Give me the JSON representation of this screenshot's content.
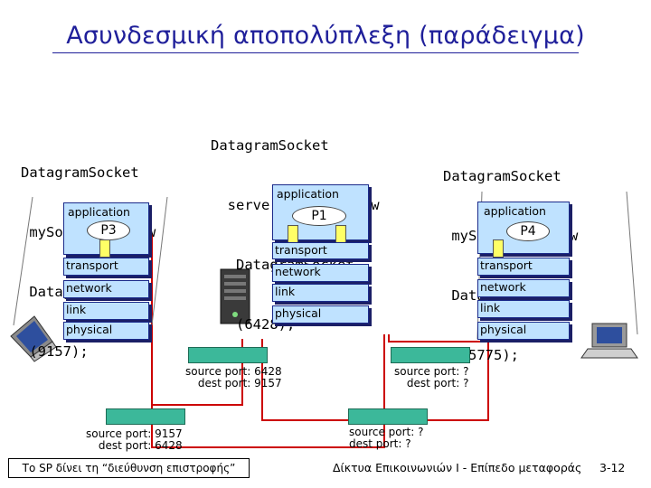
{
  "title": "Ασυνδεσμική αποπολύπλεξη (παράδειγμα)",
  "left_host": {
    "code": [
      "DatagramSocket",
      " mySocket2 = new",
      " DatagramSocket"
    ],
    "code_port": " (9157);",
    "process": "P3",
    "app_label": "application",
    "layers": [
      "transport",
      "network",
      "link",
      "physical"
    ]
  },
  "server": {
    "code": [
      "DatagramSocket",
      "  serverSocket = new",
      "   DatagramSocket"
    ],
    "code_port": "   (6428);",
    "process": "P1",
    "app_label": "application",
    "layers": [
      "transport",
      "network",
      "link",
      "physical"
    ]
  },
  "right_host": {
    "code": [
      "DatagramSocket",
      " mySocket1 = new",
      " DatagramSocket"
    ],
    "code_port": "  (5775);",
    "process": "P4",
    "app_label": "application",
    "layers": [
      "transport",
      "network",
      "link",
      "physical"
    ]
  },
  "segments": {
    "seg1": {
      "src": "source port: 6428",
      "dst": "dest port: 9157"
    },
    "seg2": {
      "src": "source port: ?",
      "dst": "dest port: ?"
    },
    "seg3": {
      "src": "source port: 9157",
      "dst": "dest port: 6428"
    },
    "seg4": {
      "src": "source port: ?",
      "dst": "dest port: ?"
    }
  },
  "footer": {
    "note": "Το SP δίνει τη “διεύθυνση επιστροφής”",
    "course": "Δίκτυα Επικοινωνιών Ι - Επίπεδο μεταφοράς",
    "page": "3-12"
  },
  "colors": {
    "title": "#1f1f9a",
    "layer_fill": "#bfe2ff",
    "segment": "#3cb89a",
    "port": "#ffff66",
    "wire": "#cc0000"
  }
}
